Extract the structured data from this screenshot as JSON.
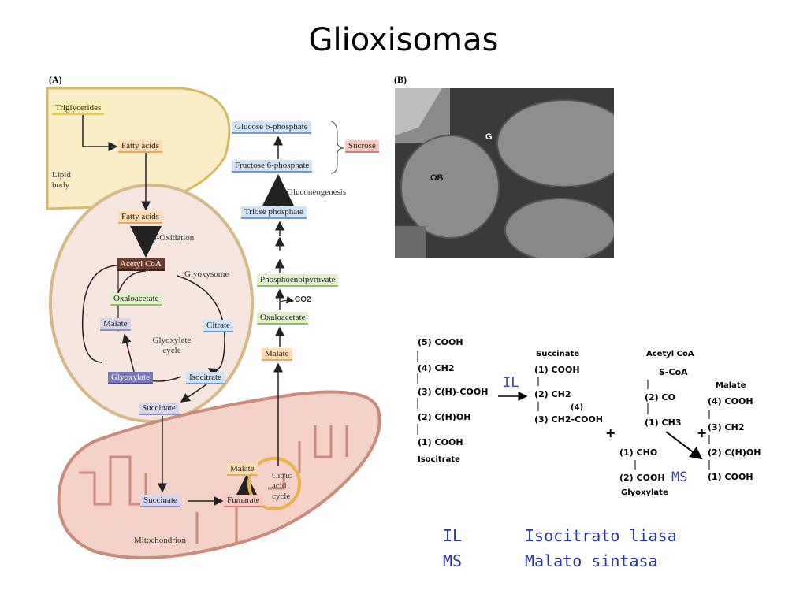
{
  "title": "Glioxisomas",
  "panel_a": {
    "label": "(A)",
    "triglycerides": "Triglycerides",
    "fatty_acids_1": "Fatty acids",
    "lipid_body": "Lipid body",
    "fatty_acids_2": "Fatty acids",
    "beta_oxidation": "β-Oxidation",
    "acetyl_coa": "Acetyl CoA",
    "glyoxysome": "Glyoxysome",
    "oxaloacetate_1": "Oxaloacetate",
    "malate_1": "Malate",
    "citrate": "Citrate",
    "glyoxylate_cycle": "Glyoxylate cycle",
    "glyoxylate": "Glyoxylate",
    "isocitrate": "Isocitrate",
    "succinate_1": "Succinate",
    "succinate_2": "Succinate",
    "fumarate": "Fumarate",
    "malate_2": "Malate",
    "citric_acid_cycle": "Citric acid cycle",
    "mitochondrion": "Mitochondrion",
    "malate_3": "Malate",
    "oxaloacetate_2": "Oxaloacetate",
    "co2": "CO2",
    "pep": "Phosphoenolpyruvate",
    "triose_phosphate": "Triose phosphate",
    "gluconeogenesis": "Gluconeogenesis",
    "fructose_6p": "Fructose 6-phosphate",
    "glucose_6p": "Glucose 6-phosphate",
    "sucrose": "Sucrose"
  },
  "panel_b": {
    "label": "(B)",
    "g": "G",
    "ob": "OB"
  },
  "reaction": {
    "isocitrate": [
      "(5) COOH",
      "(4) CH2",
      "(3) C(H)-COOH",
      "(2) C(H)OH",
      "(1) COOH"
    ],
    "isocitrate_label": "Isocitrate",
    "succinate_title": "Succinate",
    "succinate": [
      "(1) COOH",
      "(2) CH2",
      "(4)",
      "(3) CH2-COOH"
    ],
    "acetyl_coa_title": "Acetyl CoA",
    "acetyl_coa": [
      "S-CoA",
      "(2) CO",
      "(1) CH3"
    ],
    "glyoxylate": [
      "(1) CHO",
      "(2) COOH"
    ],
    "glyoxylate_label": "Glyoxylate",
    "malate_title": "Malate",
    "malate": [
      "(4) COOH",
      "(3) CH2",
      "(2) C(H)OH",
      "(1) COOH"
    ],
    "plus_1": "+",
    "plus_2": "+",
    "il": "IL",
    "ms": "MS"
  },
  "legend": [
    {
      "abbr": "IL",
      "name": "Isocitrato liasa"
    },
    {
      "abbr": "MS",
      "name": "Malato sintasa"
    }
  ],
  "colors": {
    "lipid_body": "#fbeec6",
    "glyoxysome": "#f7e6e0",
    "mitochondrion": "#f5d2c8",
    "micrograph": "#3a3a3a"
  }
}
